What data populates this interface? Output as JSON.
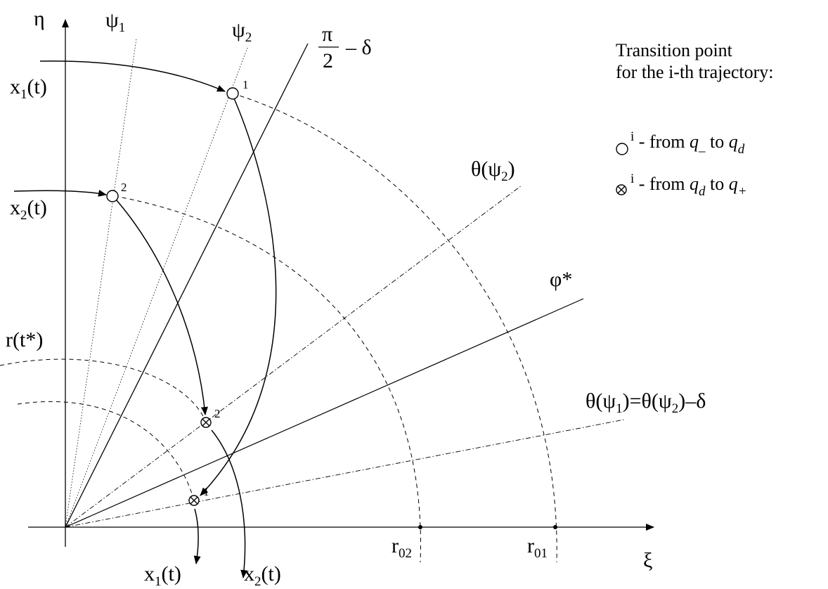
{
  "axes": {
    "eta": "η",
    "xi": "ξ"
  },
  "rays": {
    "psi1": {
      "base": "ψ",
      "sub": "1"
    },
    "psi2": {
      "base": "ψ",
      "sub": "2"
    },
    "pi_half_minus_delta": {
      "num": "π",
      "den": "2",
      "rest": "– δ"
    },
    "theta_psi2": {
      "a": "θ(ψ",
      "sub": "2",
      "b": ")"
    },
    "phi_star": "φ*",
    "theta_psi1": {
      "a": "θ(ψ",
      "sub1": "1",
      "b": ")=θ(ψ",
      "sub2": "2",
      "c": ")–δ"
    }
  },
  "radii": {
    "r01": {
      "base": "r",
      "sub": "01"
    },
    "r02": {
      "base": "r",
      "sub": "02"
    },
    "r_t_star": "r(t*)"
  },
  "trajectories": {
    "x1_in": {
      "a": "x",
      "sub": "1",
      "b": "(t)"
    },
    "x2_in": {
      "a": "x",
      "sub": "2",
      "b": "(t)"
    },
    "x1_out": {
      "a": "x",
      "sub": "1",
      "b": "(t)"
    },
    "x2_out": {
      "a": "x",
      "sub": "2",
      "b": "(t)"
    }
  },
  "markers": {
    "circle1": "1",
    "circle2": "2",
    "otimes1": "1",
    "otimes2": "2"
  },
  "legend": {
    "title_line1": "Transition point",
    "title_line2": "for the i-th trajectory:",
    "item1": {
      "sup": "i",
      "text": " - from ",
      "q1": "q",
      "q1sub": "_",
      "to": " to ",
      "q2": "q",
      "q2sub": "d"
    },
    "item2": {
      "sup": "i",
      "text": " - from ",
      "q1": "q",
      "q1sub": "d",
      "to": " to ",
      "q2": "q",
      "q2sub": "+"
    }
  }
}
